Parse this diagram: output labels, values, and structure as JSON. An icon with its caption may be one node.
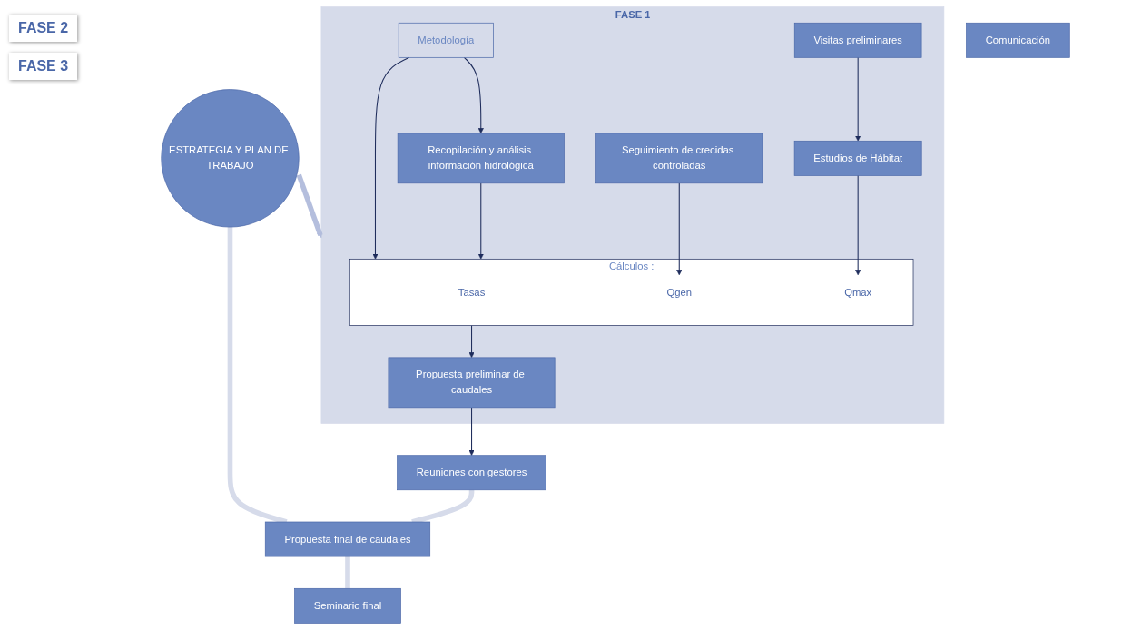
{
  "diagram": {
    "nodes": [
      {
        "text": [
          "FASE 1"
        ]
      },
      {
        "text": [
          "Recopilación y análisis información hidrológica"
        ],
        "in": 0
      },
      {
        "text": [
          "Metodología"
        ],
        "in": 0
      },
      {
        "text": [
          "Cálculos :"
        ],
        "in": 0
      },
      {
        "text": [
          "Qmax"
        ],
        "in": 3
      },
      {
        "text": [
          "Qgen"
        ],
        "in": 3
      },
      {
        "text": [
          "Tasas"
        ],
        "in": 3
      },
      {
        "text": [
          "Visitas preliminares"
        ],
        "in": 0
      },
      {
        "text": [
          "Estudios de Hábitat"
        ],
        "in": 0
      },
      {
        "text": [
          "Seguimiento de crecidas controladas"
        ],
        "in": 0
      },
      {
        "text": [
          "Propuesta preliminar de caudales"
        ],
        "in": 0
      },
      {
        "text": [
          "ESTRATEGIA Y PLAN DE TRABAJO"
        ]
      },
      {
        "text": [
          "Reuniones con gestores"
        ]
      },
      {
        "text": [
          "Propuesta final de caudales"
        ]
      },
      {
        "text": [
          "Seminario final"
        ]
      },
      {
        "text": [
          "Comunicación"
        ]
      }
    ],
    "edges": [
      {
        "from": 2,
        "to": 1,
        "arrow": "to"
      },
      {
        "from": 2,
        "to": 3,
        "arrow": "to"
      },
      {
        "from": 1,
        "to": 3,
        "arrow": "to"
      },
      {
        "from": 7,
        "to": 8,
        "arrow": "to"
      },
      {
        "from": 8,
        "to": 4,
        "arrow": "to"
      },
      {
        "from": 9,
        "to": 5,
        "arrow": "to"
      },
      {
        "from": 3,
        "to": 10,
        "arrow": "to"
      },
      {
        "from": 10,
        "to": 12,
        "arrow": "to"
      },
      {
        "from": 11,
        "to": 0,
        "arrow": "to",
        "style": "thick",
        "color": "#b4bedd"
      },
      {
        "from": 11,
        "to": 13,
        "arrow": "none",
        "style": "thick",
        "color": "#d6dbea"
      },
      {
        "from": 12,
        "to": 13,
        "arrow": "none",
        "style": "thick",
        "color": "#d6dbea"
      },
      {
        "from": 13,
        "to": 14,
        "arrow": "none",
        "style": "thick",
        "color": "#d6dbea"
      }
    ],
    "labels": [
      "FASE 2",
      "FASE 3"
    ]
  }
}
